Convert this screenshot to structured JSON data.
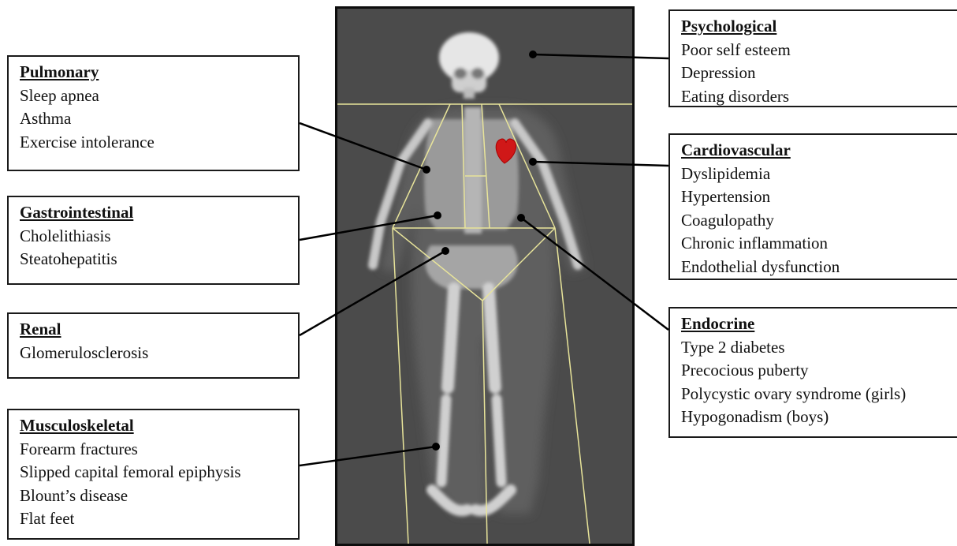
{
  "boxes": {
    "pulmonary": {
      "title": "Pulmonary",
      "items": [
        "Sleep apnea",
        "Asthma",
        "Exercise intolerance"
      ]
    },
    "gastrointestinal": {
      "title": "Gastrointestinal",
      "items": [
        "Cholelithiasis",
        "Steatohepatitis"
      ]
    },
    "renal": {
      "title": "Renal",
      "items": [
        "Glomerulosclerosis"
      ]
    },
    "musculoskeletal": {
      "title": "Musculoskeletal",
      "items": [
        "Forearm fractures",
        "Slipped capital femoral epiphysis",
        "Blount’s disease",
        "Flat feet"
      ]
    },
    "psychological": {
      "title": "Psychological",
      "items": [
        "Poor self esteem",
        "Depression",
        "Eating disorders"
      ]
    },
    "cardiovascular": {
      "title": "Cardiovascular",
      "items": [
        "Dyslipidemia",
        "Hypertension",
        "Coagulopathy",
        "Chronic inflammation",
        "Endothelial dysfunction"
      ]
    },
    "endocrine": {
      "title": "Endocrine",
      "items": [
        "Type 2 diabetes",
        "Precocious puberty",
        "Polycystic ovary syndrome (girls)",
        "Hypogonadism (boys)"
      ]
    }
  },
  "colors": {
    "scan_background": "#4b4b4b",
    "bone": "#d9d9d9",
    "region_lines": "#e8e49a",
    "heart": "#d01818",
    "connector": "#000000"
  },
  "icons": {
    "heart": "heart-icon"
  }
}
